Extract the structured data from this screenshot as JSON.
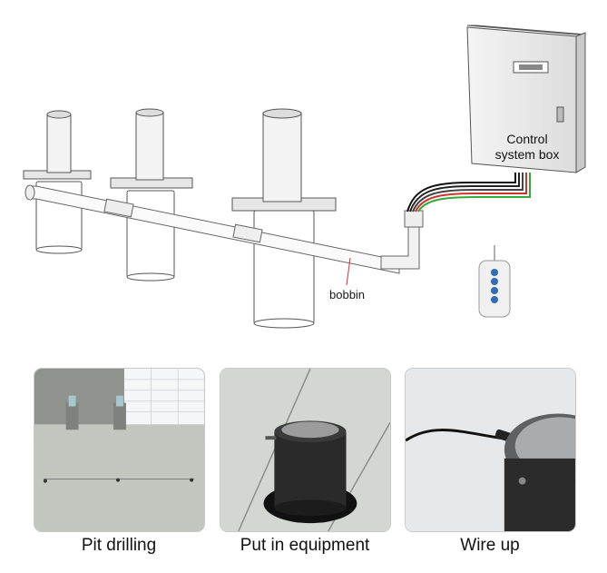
{
  "diagram": {
    "control_box_line1": "Control",
    "control_box_line2": "system box",
    "pipe_label": "bobbin"
  },
  "steps": [
    {
      "caption": "Pit drilling"
    },
    {
      "caption": "Put in equipment"
    },
    {
      "caption": "Wire up"
    }
  ],
  "icons": {
    "remote": "remote-control-icon",
    "bollard": "bollard-icon"
  }
}
